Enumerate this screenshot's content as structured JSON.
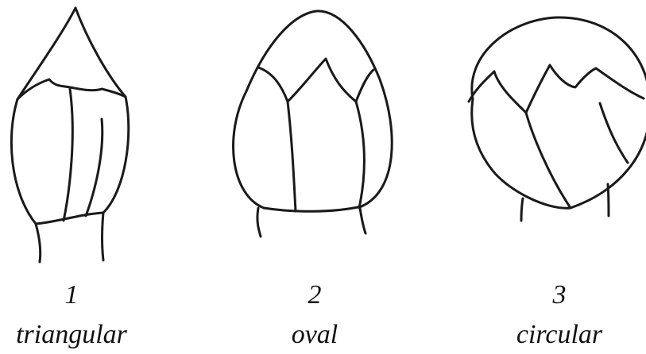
{
  "figures": [
    {
      "number": "1",
      "shape": "triangular"
    },
    {
      "number": "2",
      "shape": "oval"
    },
    {
      "number": "3",
      "shape": "circular"
    }
  ],
  "colors": {
    "ink": "#1a1a1a",
    "background": "#ffffff"
  }
}
